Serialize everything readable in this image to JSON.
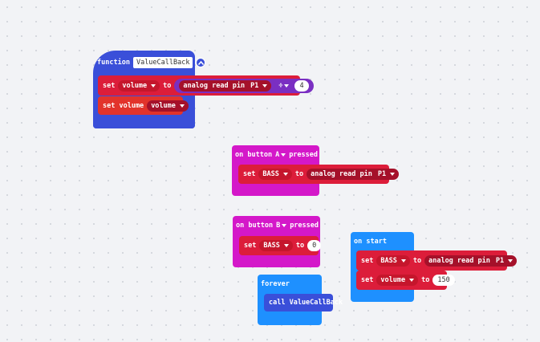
{
  "function_block": {
    "keyword": "function",
    "name": "ValueCallBack",
    "stmt1": {
      "set": "set",
      "var": "volume",
      "to": "to",
      "reporter": "analog read pin",
      "pin": "P1",
      "op": "÷",
      "value": "4"
    },
    "stmt2": {
      "label": "set volume",
      "var": "volume"
    }
  },
  "button_a": {
    "on": "on button",
    "button": "A",
    "pressed": "pressed",
    "stmt": {
      "set": "set",
      "var": "BASS",
      "to": "to",
      "reporter": "analog read pin",
      "pin": "P1"
    }
  },
  "button_b": {
    "on": "on button",
    "button": "B",
    "pressed": "pressed",
    "stmt": {
      "set": "set",
      "var": "BASS",
      "to": "to",
      "value": "0"
    }
  },
  "forever": {
    "title": "forever",
    "call": "call ValueCallBack"
  },
  "on_start": {
    "title": "on start",
    "stmt1": {
      "set": "set",
      "var": "BASS",
      "to": "to",
      "reporter": "analog read pin",
      "pin": "P1"
    },
    "stmt2": {
      "set": "set",
      "var": "volume",
      "to": "to",
      "value": "150"
    }
  },
  "colors": {
    "canvas": "#f2f3f6",
    "functions": "#3a4fd9",
    "input_events": "#d418c9",
    "basic_events": "#1e90ff",
    "variables": "#dc1d3a",
    "music": "#e2332b",
    "math": "#7a2fc2"
  },
  "icons": {
    "collapse": "collapse-icon",
    "dropdown": "dropdown-arrow-icon"
  }
}
